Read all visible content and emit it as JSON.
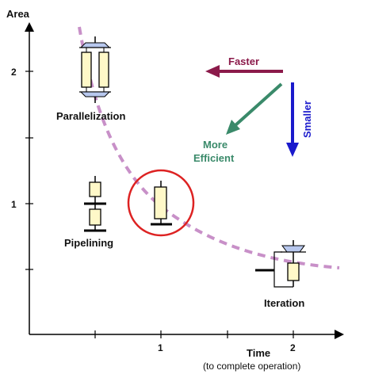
{
  "axes": {
    "y_label": "Area",
    "x_label": "Time",
    "x_sublabel": "(to complete operation)",
    "y_ticks": [
      "2",
      "1"
    ],
    "x_ticks": [
      "1",
      "2"
    ]
  },
  "labels": {
    "parallelization": "Parallelization",
    "pipelining": "Pipelining",
    "iteration": "Iteration"
  },
  "arrows": {
    "faster": "Faster",
    "smaller": "Smaller",
    "more_efficient_line1": "More",
    "more_efficient_line2": "Efficient"
  },
  "colors": {
    "curve": "#c890c8",
    "faster": "#8b1a4a",
    "smaller": "#1a1acc",
    "efficient": "#3a8a6a",
    "circle": "#dd2222",
    "box_fill": "#fff8c8"
  }
}
